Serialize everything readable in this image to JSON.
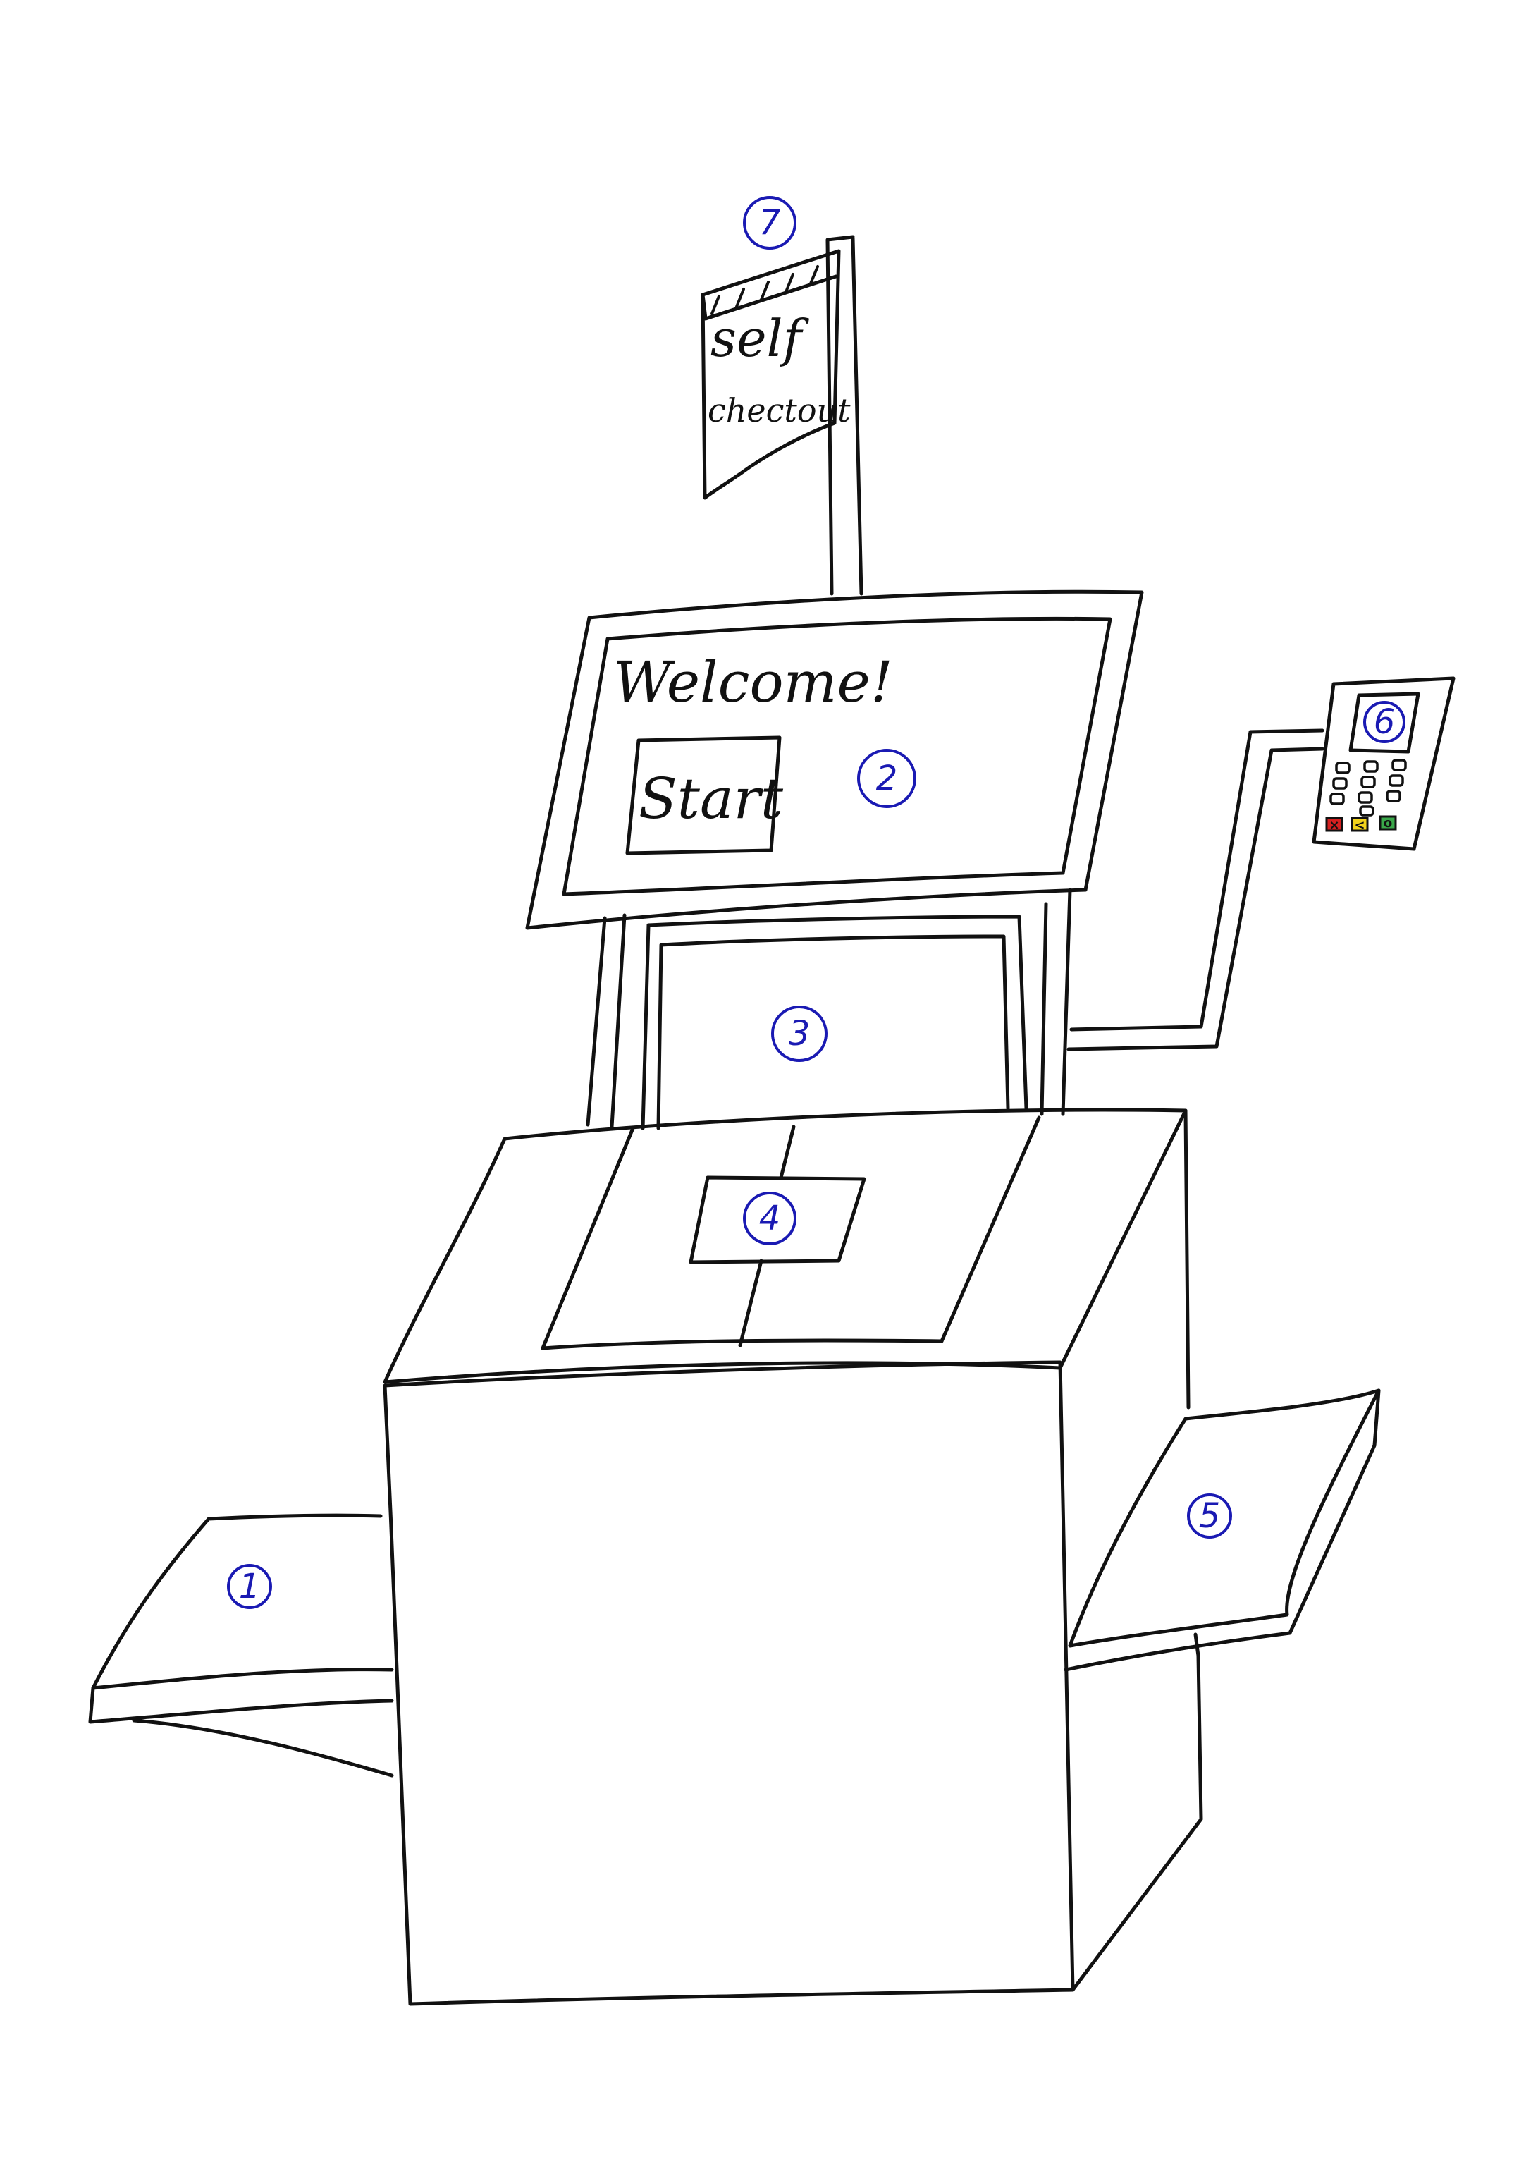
{
  "colors": {
    "ink": "#111111",
    "label": "#1a1ab3",
    "cancel_key": "#d42020",
    "clear_key": "#f2d21b",
    "enter_key": "#3aa84a",
    "background": "#ffffff"
  },
  "sign": {
    "line1": "self",
    "line2": "chectout"
  },
  "screen": {
    "welcome": "Welcome!",
    "start_button": "Start"
  },
  "card_reader": {
    "clear_key_symbol": "<",
    "enter_key_symbol": "o"
  },
  "labels": {
    "belt_in": "1",
    "screen": "2",
    "scanner": "3",
    "scale_plate": "4",
    "bagging_area": "5",
    "card_reader": "6",
    "sign": "7"
  }
}
